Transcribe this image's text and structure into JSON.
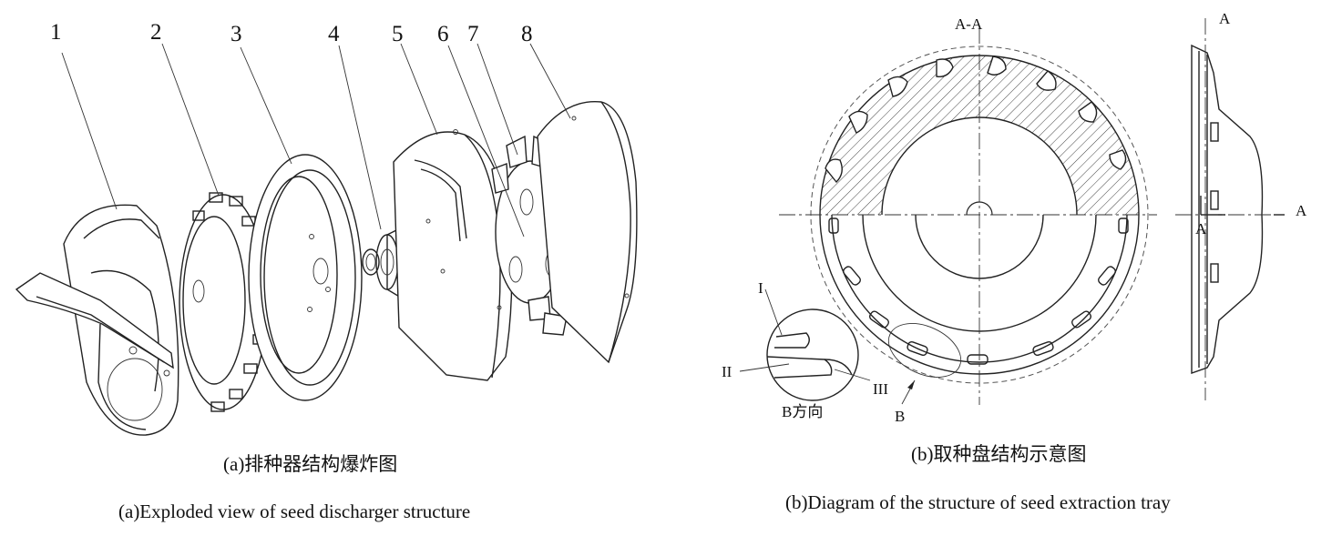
{
  "panel_a": {
    "part_numbers": [
      "1",
      "2",
      "3",
      "4",
      "5",
      "6",
      "7",
      "8"
    ],
    "caption_cn": "(a)排种器结构爆炸图",
    "caption_en": "(a)Exploded view of seed discharger structure"
  },
  "panel_b": {
    "section_label": "A-A",
    "cut_label_top": "A",
    "cut_label_right": "A",
    "cut_label_center": "A",
    "detail_labels": [
      "I",
      "II",
      "III"
    ],
    "view_label": "B方向",
    "view_arrow_label": "B",
    "caption_cn": "(b)取种盘结构示意图",
    "caption_en": "(b)Diagram of the structure of seed extraction tray"
  }
}
